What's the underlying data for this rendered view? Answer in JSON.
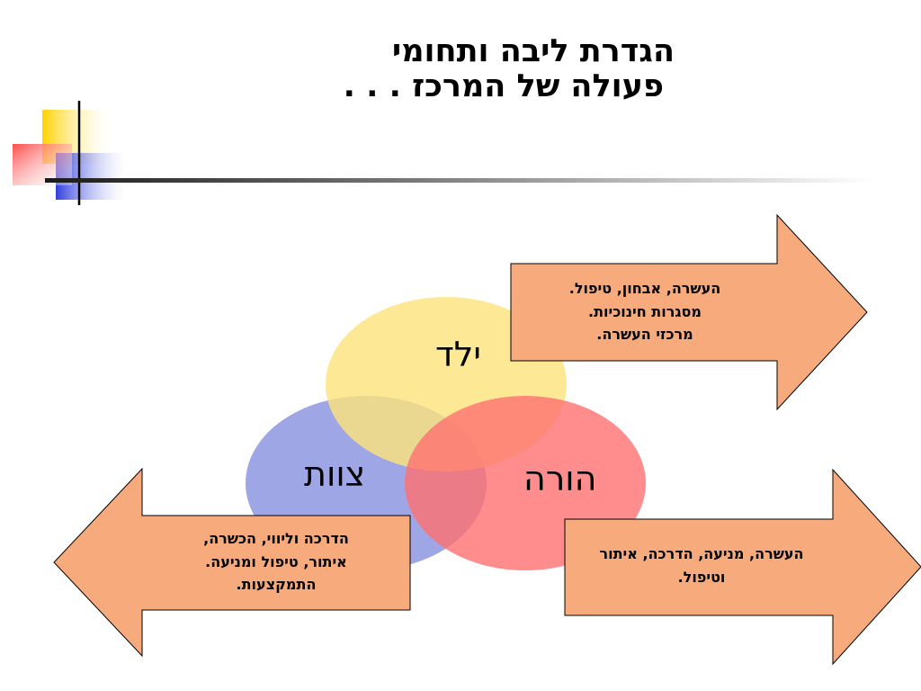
{
  "slide": {
    "title_line1": "הגדרת ליבה ותחומי",
    "title_line2": "פעולה של המרכז . . ."
  },
  "venn": {
    "circles": [
      {
        "id": "child",
        "label": "ילד",
        "color": "#fde37a"
      },
      {
        "id": "team",
        "label": "צוות",
        "color": "#8790e0"
      },
      {
        "id": "parent",
        "label": "הורה",
        "color": "#ff7070"
      }
    ]
  },
  "arrows": {
    "color": "#f7ab7c",
    "child": {
      "lines": [
        "העשרה, אבחון, טיפול.",
        "מסגרות חינוכיות.",
        "מרכזי העשרה."
      ]
    },
    "team": {
      "lines": [
        "הדרכה וליווי, הכשרה,",
        "איתור, טיפול ומניעה.",
        "התמקצעות."
      ]
    },
    "parent": {
      "lines": [
        "העשרה, מניעה, הדרכה, איתור",
        "וטיפול."
      ]
    }
  },
  "decoration": {
    "square_yellow": "#ffd200",
    "square_red": "#ff4b4b",
    "square_blue": "#2f3fdc"
  }
}
